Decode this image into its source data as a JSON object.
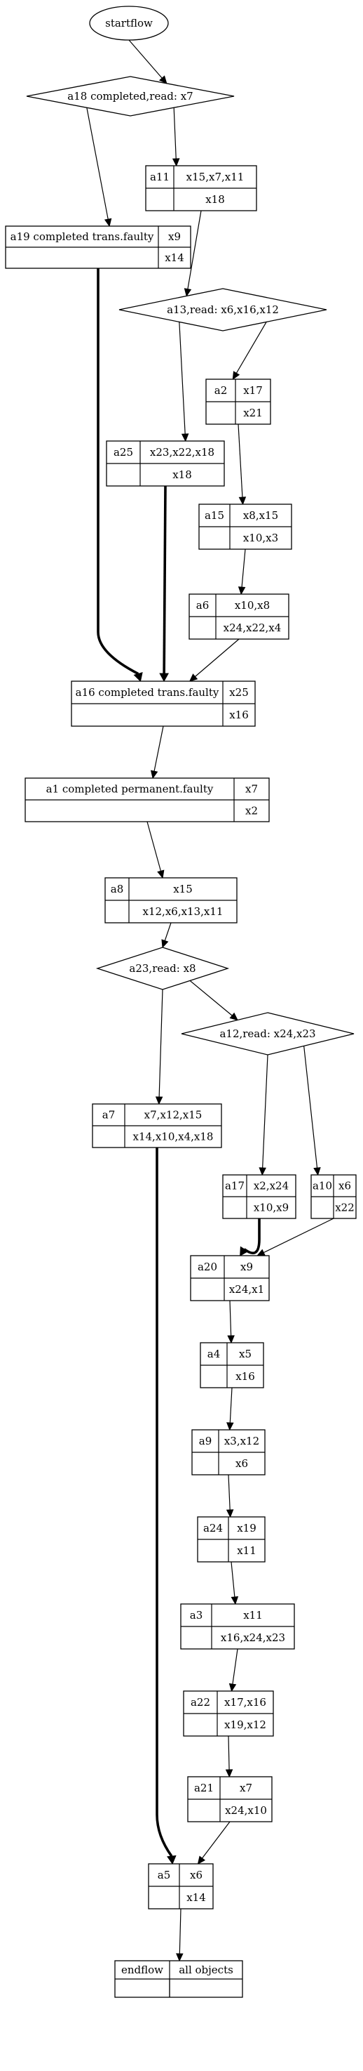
{
  "nodes": [
    {
      "id": "start",
      "kind": "ellipse",
      "label": "startflow"
    },
    {
      "id": "d1",
      "kind": "diamond",
      "label": "a18 completed,read: x7"
    },
    {
      "id": "a11",
      "kind": "box",
      "name": "a11",
      "in": "x15,x7,x11",
      "out": "x18"
    },
    {
      "id": "a19",
      "kind": "box",
      "name": "a19 completed trans.faulty",
      "in": "x9",
      "out": "x14"
    },
    {
      "id": "d2",
      "kind": "diamond",
      "label": "a13,read: x6,x16,x12"
    },
    {
      "id": "a2",
      "kind": "box",
      "name": "a2",
      "in": "x17",
      "out": "x21"
    },
    {
      "id": "a25",
      "kind": "box",
      "name": "a25",
      "in": "x23,x22,x18",
      "out": "x18"
    },
    {
      "id": "a15",
      "kind": "box",
      "name": "a15",
      "in": "x8,x15",
      "out": "x10,x3"
    },
    {
      "id": "a6",
      "kind": "box",
      "name": "a6",
      "in": "x10,x8",
      "out": "x24,x22,x4"
    },
    {
      "id": "a16",
      "kind": "box",
      "name": "a16 completed trans.faulty",
      "in": "x25",
      "out": "x16"
    },
    {
      "id": "a1",
      "kind": "box",
      "name": "a1 completed permanent.faulty",
      "in": "x7",
      "out": "x2"
    },
    {
      "id": "a8",
      "kind": "box",
      "name": "a8",
      "in": "x15",
      "out": "x12,x6,x13,x11"
    },
    {
      "id": "d3",
      "kind": "diamond",
      "label": "a23,read: x8"
    },
    {
      "id": "d4",
      "kind": "diamond",
      "label": "a12,read: x24,x23"
    },
    {
      "id": "a7",
      "kind": "box",
      "name": "a7",
      "in": "x7,x12,x15",
      "out": "x14,x10,x4,x18"
    },
    {
      "id": "a17",
      "kind": "box",
      "name": "a17",
      "in": "x2,x24",
      "out": "x10,x9"
    },
    {
      "id": "a10",
      "kind": "box",
      "name": "a10",
      "in": "x6",
      "out": "x22"
    },
    {
      "id": "a20",
      "kind": "box",
      "name": "a20",
      "in": "x9",
      "out": "x24,x1"
    },
    {
      "id": "a4",
      "kind": "box",
      "name": "a4",
      "in": "x5",
      "out": "x16"
    },
    {
      "id": "a9",
      "kind": "box",
      "name": "a9",
      "in": "x3,x12",
      "out": "x6"
    },
    {
      "id": "a24",
      "kind": "box",
      "name": "a24",
      "in": "x19",
      "out": "x11"
    },
    {
      "id": "a3",
      "kind": "box",
      "name": "a3",
      "in": "x11",
      "out": "x16,x24,x23"
    },
    {
      "id": "a22",
      "kind": "box",
      "name": "a22",
      "in": "x17,x16",
      "out": "x19,x12"
    },
    {
      "id": "a21",
      "kind": "box",
      "name": "a21",
      "in": "x7",
      "out": "x24,x10"
    },
    {
      "id": "a5",
      "kind": "box",
      "name": "a5",
      "in": "x6",
      "out": "x14"
    },
    {
      "id": "end",
      "kind": "endbox",
      "name": "endflow",
      "in": "all objects"
    }
  ],
  "edges": [
    {
      "from": "start",
      "to": "d1",
      "bold": false
    },
    {
      "from": "d1",
      "to": "a19",
      "bold": false
    },
    {
      "from": "d1",
      "to": "a11",
      "bold": false
    },
    {
      "from": "a11",
      "to": "d2",
      "bold": false
    },
    {
      "from": "a19",
      "to": "a16",
      "bold": true
    },
    {
      "from": "d2",
      "to": "a2",
      "bold": false
    },
    {
      "from": "d2",
      "to": "a25",
      "bold": false
    },
    {
      "from": "a2",
      "to": "a15",
      "bold": false
    },
    {
      "from": "a15",
      "to": "a6",
      "bold": false
    },
    {
      "from": "a25",
      "to": "a16",
      "bold": true
    },
    {
      "from": "a6",
      "to": "a16",
      "bold": false
    },
    {
      "from": "a16",
      "to": "a1",
      "bold": false
    },
    {
      "from": "a1",
      "to": "a8",
      "bold": false
    },
    {
      "from": "a8",
      "to": "d3",
      "bold": false
    },
    {
      "from": "d3",
      "to": "a7",
      "bold": false
    },
    {
      "from": "d3",
      "to": "d4",
      "bold": false
    },
    {
      "from": "d4",
      "to": "a17",
      "bold": false
    },
    {
      "from": "d4",
      "to": "a10",
      "bold": false
    },
    {
      "from": "a17",
      "to": "a20",
      "bold": true
    },
    {
      "from": "a10",
      "to": "a20",
      "bold": false
    },
    {
      "from": "a20",
      "to": "a4",
      "bold": false
    },
    {
      "from": "a4",
      "to": "a9",
      "bold": false
    },
    {
      "from": "a9",
      "to": "a24",
      "bold": false
    },
    {
      "from": "a24",
      "to": "a3",
      "bold": false
    },
    {
      "from": "a3",
      "to": "a22",
      "bold": false
    },
    {
      "from": "a22",
      "to": "a21",
      "bold": false
    },
    {
      "from": "a7",
      "to": "a5",
      "bold": true
    },
    {
      "from": "a21",
      "to": "a5",
      "bold": false
    },
    {
      "from": "a5",
      "to": "end",
      "bold": false
    }
  ]
}
